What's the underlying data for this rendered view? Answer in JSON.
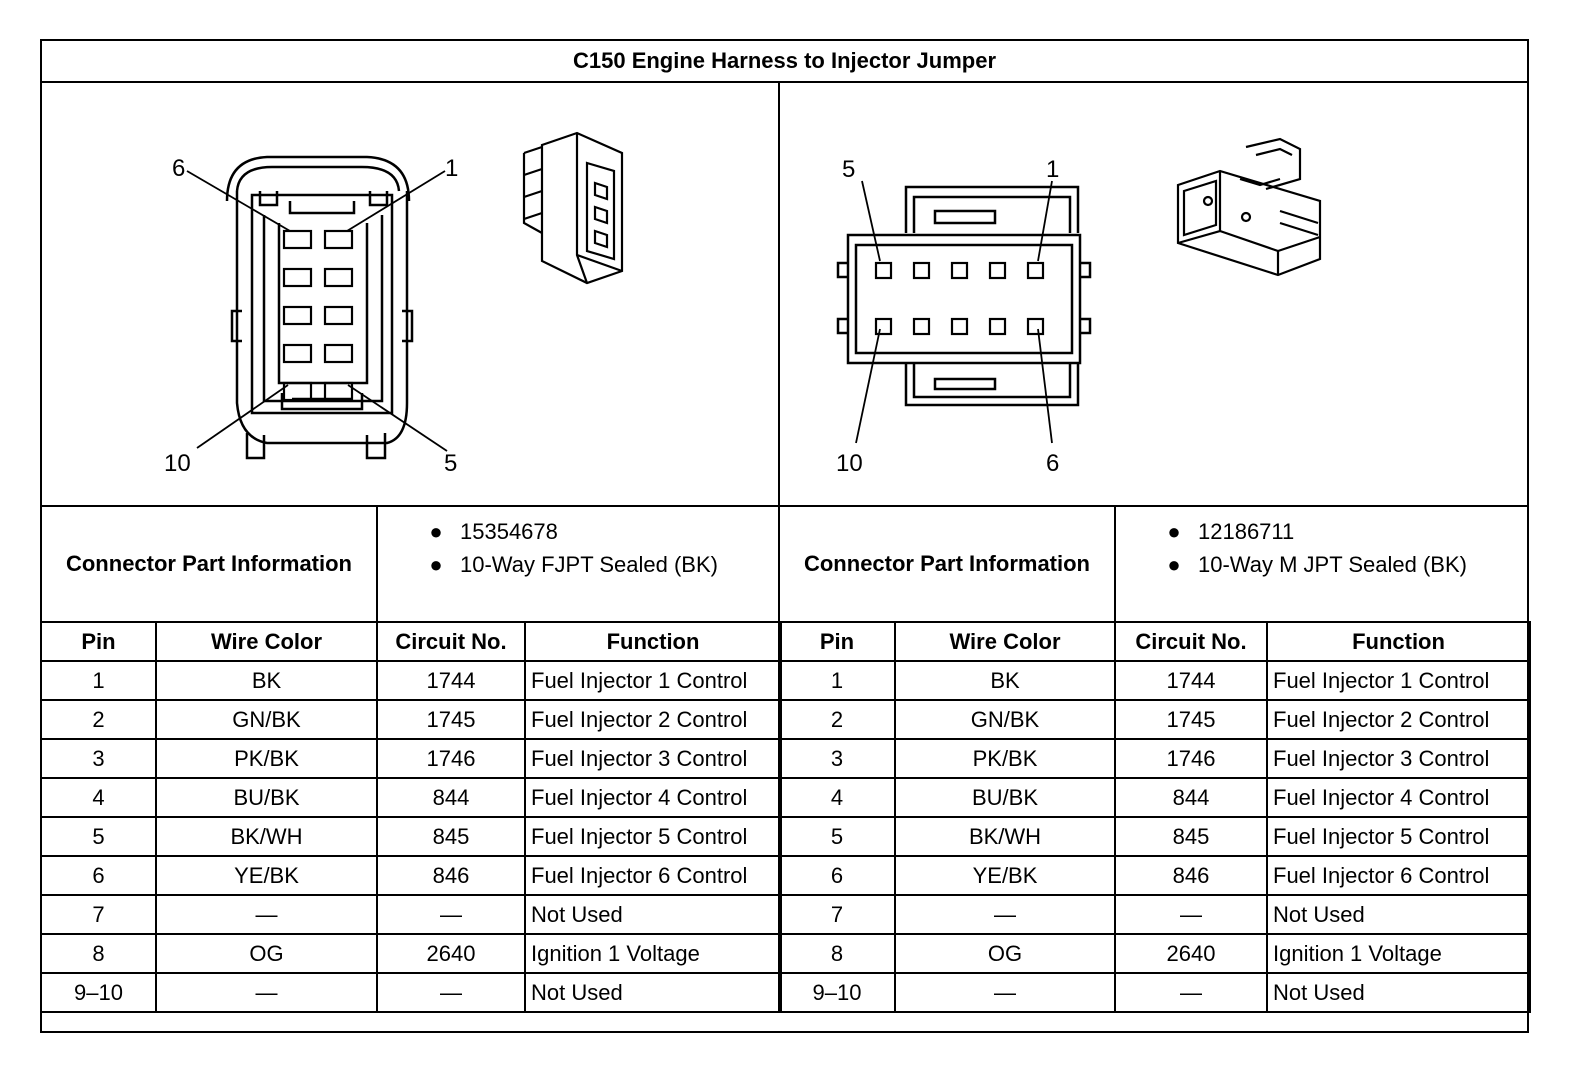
{
  "title": "C150 Engine Harness to Injector Jumper",
  "connectors": [
    {
      "info_label": "Connector Part Information",
      "part_info": [
        "15354678",
        "10-Way FJPT Sealed (BK)"
      ],
      "callouts": [
        "6",
        "1",
        "10",
        "5"
      ]
    },
    {
      "info_label": "Connector Part Information",
      "part_info": [
        "12186711",
        "10-Way M JPT Sealed (BK)"
      ],
      "callouts": [
        "5",
        "1",
        "10",
        "6"
      ]
    }
  ],
  "bullet_glyph": "●",
  "table_headers": [
    "Pin",
    "Wire Color",
    "Circuit No.",
    "Function"
  ],
  "rows": [
    [
      "1",
      "BK",
      "1744",
      "Fuel Injector 1 Control"
    ],
    [
      "2",
      "GN/BK",
      "1745",
      "Fuel Injector 2 Control"
    ],
    [
      "3",
      "PK/BK",
      "1746",
      "Fuel Injector 3 Control"
    ],
    [
      "4",
      "BU/BK",
      "844",
      "Fuel Injector 4 Control"
    ],
    [
      "5",
      "BK/WH",
      "845",
      "Fuel Injector 5 Control"
    ],
    [
      "6",
      "YE/BK",
      "846",
      "Fuel Injector 6 Control"
    ],
    [
      "7",
      "—",
      "—",
      "Not Used"
    ],
    [
      "8",
      "OG",
      "2640",
      "Ignition 1 Voltage"
    ],
    [
      "9–10",
      "—",
      "—",
      "Not Used"
    ]
  ]
}
